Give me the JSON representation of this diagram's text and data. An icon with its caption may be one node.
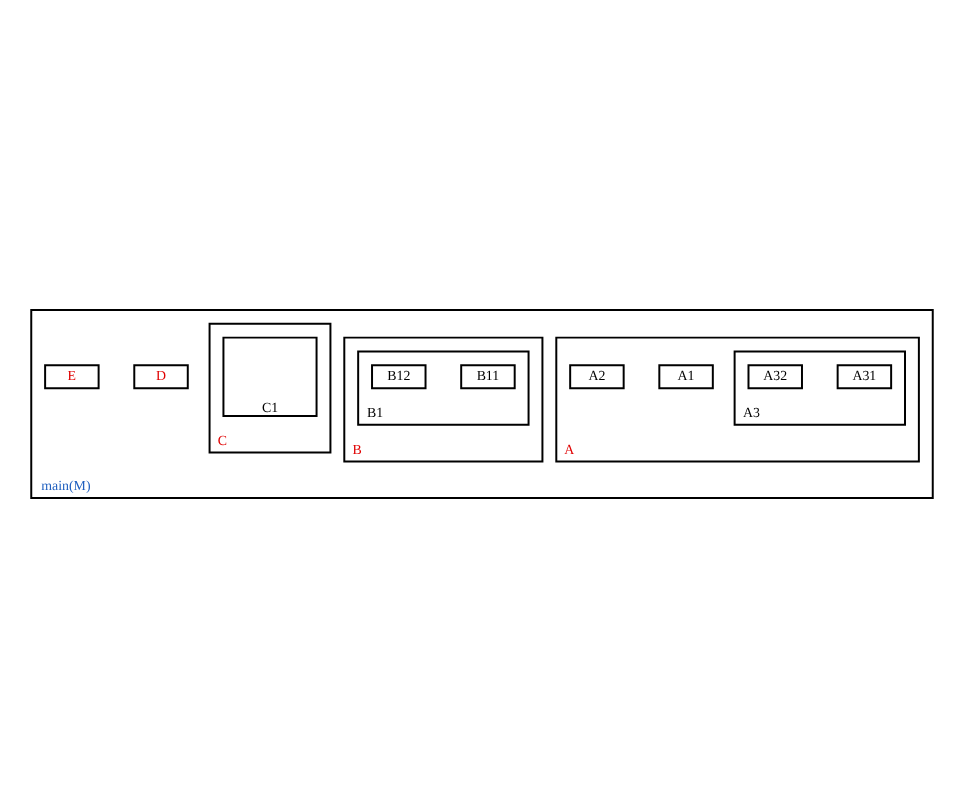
{
  "diagram": {
    "nodes": [
      {
        "text": [
          "main(M)"
        ]
      },
      {
        "text": [
          "A"
        ],
        "in": 0
      },
      {
        "text": [
          "A1"
        ],
        "in": 1
      },
      {
        "text": [
          "A2"
        ],
        "in": 1
      },
      {
        "text": [
          "A3"
        ],
        "in": 1
      },
      {
        "text": [
          "A31"
        ],
        "in": 4
      },
      {
        "text": [
          "A32"
        ],
        "in": 4
      },
      {
        "text": [
          "B"
        ],
        "in": 0
      },
      {
        "text": [
          "B1"
        ],
        "in": 7
      },
      {
        "text": [
          "B11"
        ],
        "in": 8
      },
      {
        "text": [
          "B12"
        ],
        "in": 8
      },
      {
        "text": [
          "C"
        ],
        "in": 0
      },
      {
        "text": [
          "C1"
        ],
        "in": 11
      },
      {
        "text": [
          "D"
        ],
        "in": 0
      },
      {
        "text": [
          "E"
        ],
        "in": 0
      }
    ],
    "edges": []
  }
}
